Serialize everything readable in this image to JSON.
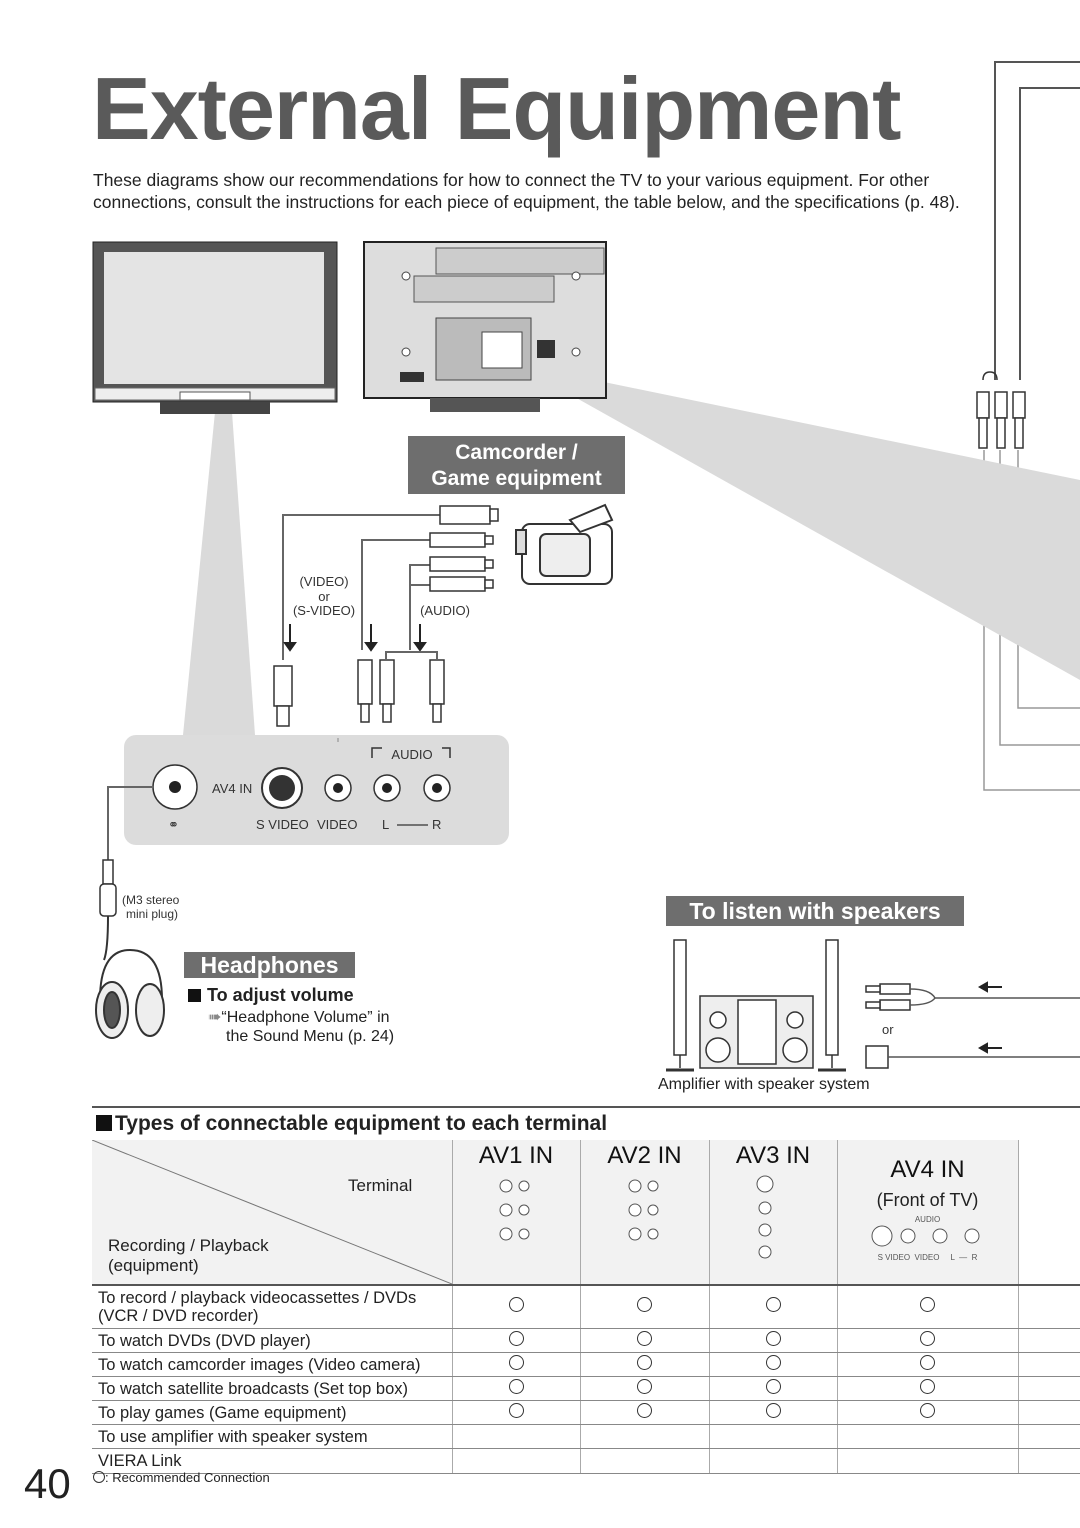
{
  "title": "External Equipment",
  "intro": "These diagrams show our recommendations for how to connect the TV to your various equipment. For other connections, consult the instructions for each piece of equipment, the table below, and the specifications (p. 48).",
  "camcorder_tag": {
    "line1": "Camcorder /",
    "line2": "Game equipment"
  },
  "speakers_tag": "To listen with speakers",
  "headphones_tag": "Headphones",
  "cable_labels": {
    "video": "(VIDEO)",
    "or": "or",
    "svideo": "(S-VIDEO)",
    "audio": "(AUDIO)"
  },
  "panel": {
    "av4in": "AV4 IN",
    "audio": "AUDIO",
    "svideo": "S VIDEO",
    "video": "VIDEO",
    "l": "L",
    "r": "R"
  },
  "plug": {
    "line1": "(M3 stereo",
    "line2": "mini plug)"
  },
  "adjust_volume": {
    "heading": "To adjust volume",
    "line1": "“Headphone Volume” in",
    "line2": "the Sound Menu (p. 24)"
  },
  "speaker_or": "or",
  "amplifier_label": "Amplifier with speaker system",
  "types_heading": "Types of connectable equipment to each terminal",
  "table": {
    "corner_terminal": "Terminal",
    "corner_rec1": "Recording / Playback",
    "corner_rec2": "(equipment)",
    "columns": [
      "AV1 IN",
      "AV2 IN",
      "AV3 IN",
      "AV4 IN"
    ],
    "av4_sub": "(Front of TV)",
    "av4_audio": "AUDIO",
    "av4_ports": "S VIDEO  VIDEO     L  —  R",
    "rows": [
      {
        "label1": "To record / playback videocassettes / DVDs",
        "label2": "(VCR / DVD recorder)",
        "marks": [
          true,
          true,
          true,
          true
        ]
      },
      {
        "label1": "To watch DVDs (DVD player)",
        "marks": [
          true,
          true,
          true,
          true
        ]
      },
      {
        "label1": "To watch camcorder images (Video camera)",
        "marks": [
          true,
          true,
          true,
          true
        ]
      },
      {
        "label1": "To watch satellite broadcasts (Set top box)",
        "marks": [
          true,
          true,
          true,
          true
        ]
      },
      {
        "label1": "To play games (Game equipment)",
        "marks": [
          true,
          true,
          true,
          true
        ]
      },
      {
        "label1": "To use amplifier with speaker system",
        "marks": [
          false,
          false,
          false,
          false
        ]
      },
      {
        "label1": "VIERA Link",
        "marks": [
          false,
          false,
          false,
          false
        ]
      }
    ]
  },
  "page_number": "40",
  "legend": ": Recommended Connection"
}
